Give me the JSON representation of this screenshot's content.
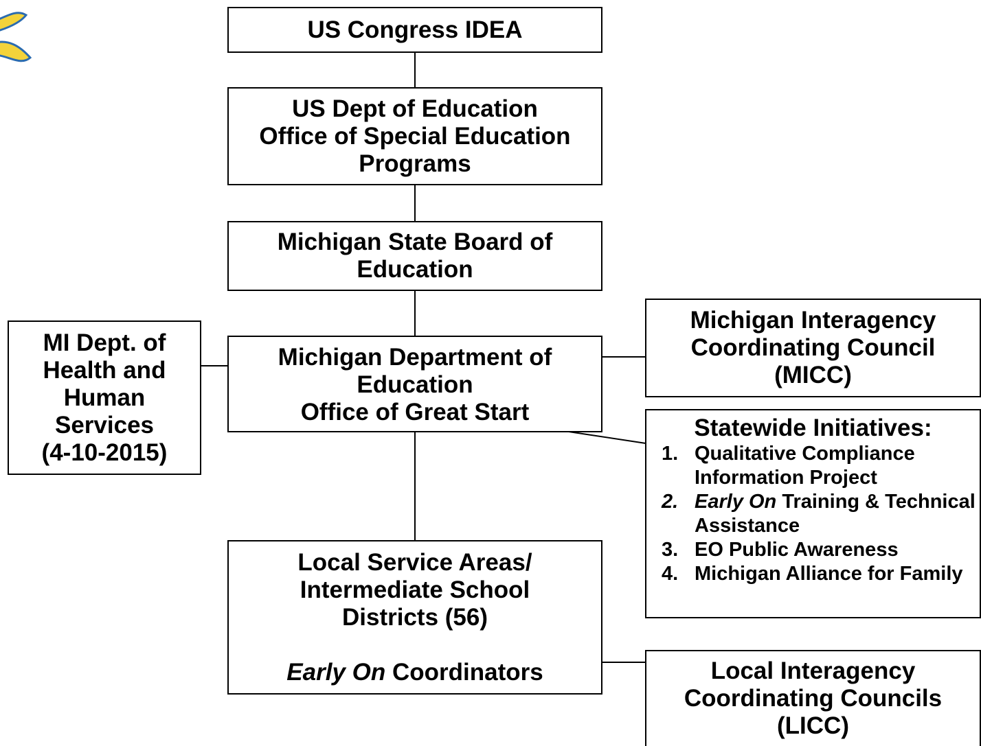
{
  "colors": {
    "logo_blue": "#2a6bb0",
    "logo_yellow": "#f3d33b",
    "lines": "#000000"
  },
  "logo": {
    "icon": "ribbon-logo"
  },
  "nodes": {
    "us_congress": {
      "text": "US Congress IDEA"
    },
    "us_doe": {
      "line1": "US Dept of Education",
      "line2": "Office of Special Education",
      "line3": "Programs"
    },
    "state_board": {
      "line1": "Michigan State Board of",
      "line2": "Education"
    },
    "mde": {
      "line1": "Michigan Department of",
      "line2": "Education",
      "line3": "Office of Great Start"
    },
    "mdhhs": {
      "line1": "MI Dept. of",
      "line2": "Health and",
      "line3": "Human",
      "line4": "Services",
      "line5": "(4-10-2015)"
    },
    "micc": {
      "line1": "Michigan Interagency",
      "line2": "Coordinating Council",
      "line3": "(MICC)"
    },
    "statewide": {
      "title": "Statewide Initiatives:",
      "items": [
        {
          "num": "1.",
          "text": "Qualitative Compliance Information Project"
        },
        {
          "num": "2.",
          "text_italic": "Early On",
          "text": " Training & Technical Assistance"
        },
        {
          "num": "3.",
          "text": "EO Public Awareness"
        },
        {
          "num": "4.",
          "text": "Michigan Alliance for Family"
        }
      ]
    },
    "local": {
      "line1": "Local Service Areas/",
      "line2": "Intermediate School",
      "line3": "Districts (56)",
      "line4_italic": "Early On",
      "line4_rest": " Coordinators"
    },
    "licc": {
      "line1": "Local Interagency",
      "line2": "Coordinating Councils",
      "line3": "(LICC)"
    }
  }
}
